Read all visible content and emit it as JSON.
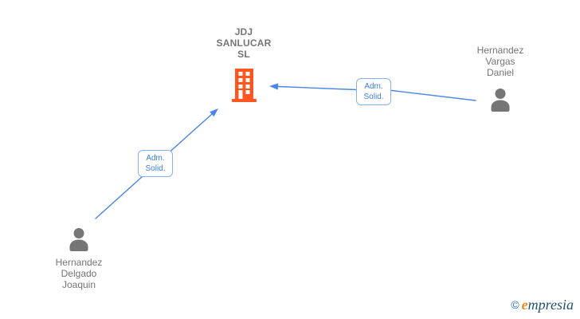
{
  "colors": {
    "background": "#ffffff",
    "node_text": "#757575",
    "icon_gray": "#757575",
    "building_orange": "#fe5722",
    "edge_blue": "#4a86e8",
    "label_border": "#8ab0f2",
    "label_text": "#3b7de0",
    "brand_orange": "#f08821",
    "brand_navy": "#21536f",
    "copyright_blue": "#2e74c8"
  },
  "diagram": {
    "company": {
      "name_lines": [
        "JDJ",
        "SANLUCAR",
        "SL"
      ],
      "icon": "building-icon"
    },
    "persons": [
      {
        "name_lines": [
          "Hernandez",
          "Vargas",
          "Daniel"
        ],
        "icon": "person-icon"
      },
      {
        "name_lines": [
          "Hernandez",
          "Delgado",
          "Joaquin"
        ],
        "icon": "person-icon"
      }
    ],
    "edges": [
      {
        "from": "Hernandez Vargas Daniel",
        "to": "JDJ SANLUCAR SL",
        "label_lines": [
          "Adm.",
          "Solid."
        ]
      },
      {
        "from": "Hernandez Delgado Joaquin",
        "to": "JDJ SANLUCAR SL",
        "label_lines": [
          "Adm.",
          "Solid."
        ]
      }
    ]
  },
  "watermark": {
    "copyright_symbol": "©",
    "brand_initial": "e",
    "brand_rest": "mpresia"
  }
}
